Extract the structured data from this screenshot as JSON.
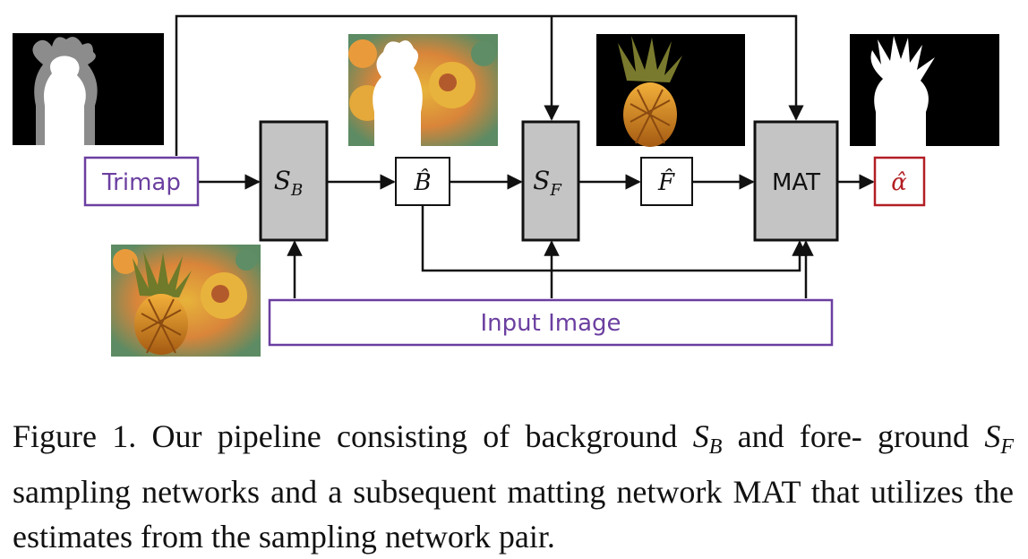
{
  "diagram": {
    "inputs": {
      "trimap_label": "Trimap",
      "input_image_label": "Input Image"
    },
    "networks": {
      "sb": {
        "main": "S",
        "sub": "B"
      },
      "sf": {
        "main": "S",
        "sub": "F"
      },
      "mat": "MAT"
    },
    "estimates": {
      "b_hat": "B̂",
      "f_hat": "F̂",
      "alpha_hat": "α̂"
    },
    "colors": {
      "input_box": "#6b3fa0",
      "output_box": "#b21e24",
      "network_fill": "#c4c4c4",
      "stroke": "#111111"
    },
    "thumbnails": [
      "trimap-thumbnail",
      "background-estimate-thumbnail",
      "foreground-estimate-thumbnail",
      "alpha-matte-thumbnail",
      "input-image-thumbnail"
    ]
  },
  "caption": {
    "prefix": "Figure 1. Our pipeline consisting of background ",
    "sb_main": "S",
    "sb_sub": "B",
    "mid1": " and fore- ground ",
    "sf_main": "S",
    "sf_sub": "F",
    "rest": " sampling networks and a subsequent matting network MAT that utilizes the estimates from the sampling network pair."
  }
}
